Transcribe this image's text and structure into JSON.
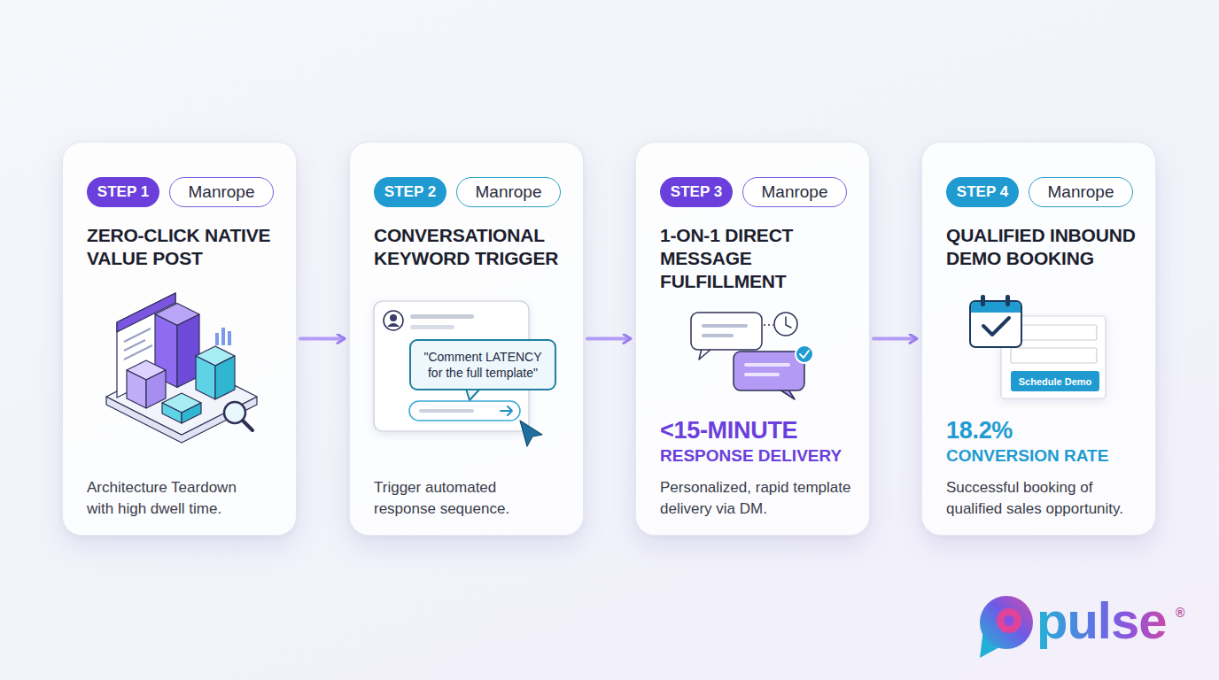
{
  "diagram": {
    "nodes": [
      {
        "text": [
          "ZERO-CLICK NATIVE VALUE POST",
          "Architecture Teardown with high dwell time."
        ]
      },
      {
        "text": [
          "STEP 1"
        ],
        "in": 0
      },
      {
        "text": [
          "Manrope"
        ],
        "in": 0
      },
      {
        "text": [
          "CONVERSATIONAL KEYWORD TRIGGER",
          "Trigger automated response sequence."
        ]
      },
      {
        "text": [
          "STEP 2"
        ],
        "in": 3
      },
      {
        "text": [
          "Manrope"
        ],
        "in": 3
      },
      {
        "text": [
          "\"Comment LATENCY for the full template\""
        ],
        "in": 3
      },
      {
        "text": [
          "1-ON-1 DIRECT MESSAGE FULFILLMENT",
          "<15-MINUTE",
          "RESPONSE DELIVERY",
          "Personalized, rapid template delivery via DM."
        ]
      },
      {
        "text": [
          "STEP 3"
        ],
        "in": 7
      },
      {
        "text": [
          "Manrope"
        ],
        "in": 7
      },
      {
        "text": [
          "QUALIFIED INBOUND DEMO BOOKING",
          "18.2%",
          "CONVERSION RATE",
          "Successful booking of qualified sales opportunity."
        ]
      },
      {
        "text": [
          "STEP 4"
        ],
        "in": 10
      },
      {
        "text": [
          "Manrope"
        ],
        "in": 10
      },
      {
        "text": [
          "Schedule Demo"
        ],
        "in": 10
      }
    ],
    "edges": [
      {
        "from": 0,
        "to": 3,
        "arrow": "to"
      },
      {
        "from": 3,
        "to": 7,
        "arrow": "to"
      },
      {
        "from": 7,
        "to": 10,
        "arrow": "to"
      }
    ],
    "labels": [
      "pulse",
      "®"
    ]
  }
}
